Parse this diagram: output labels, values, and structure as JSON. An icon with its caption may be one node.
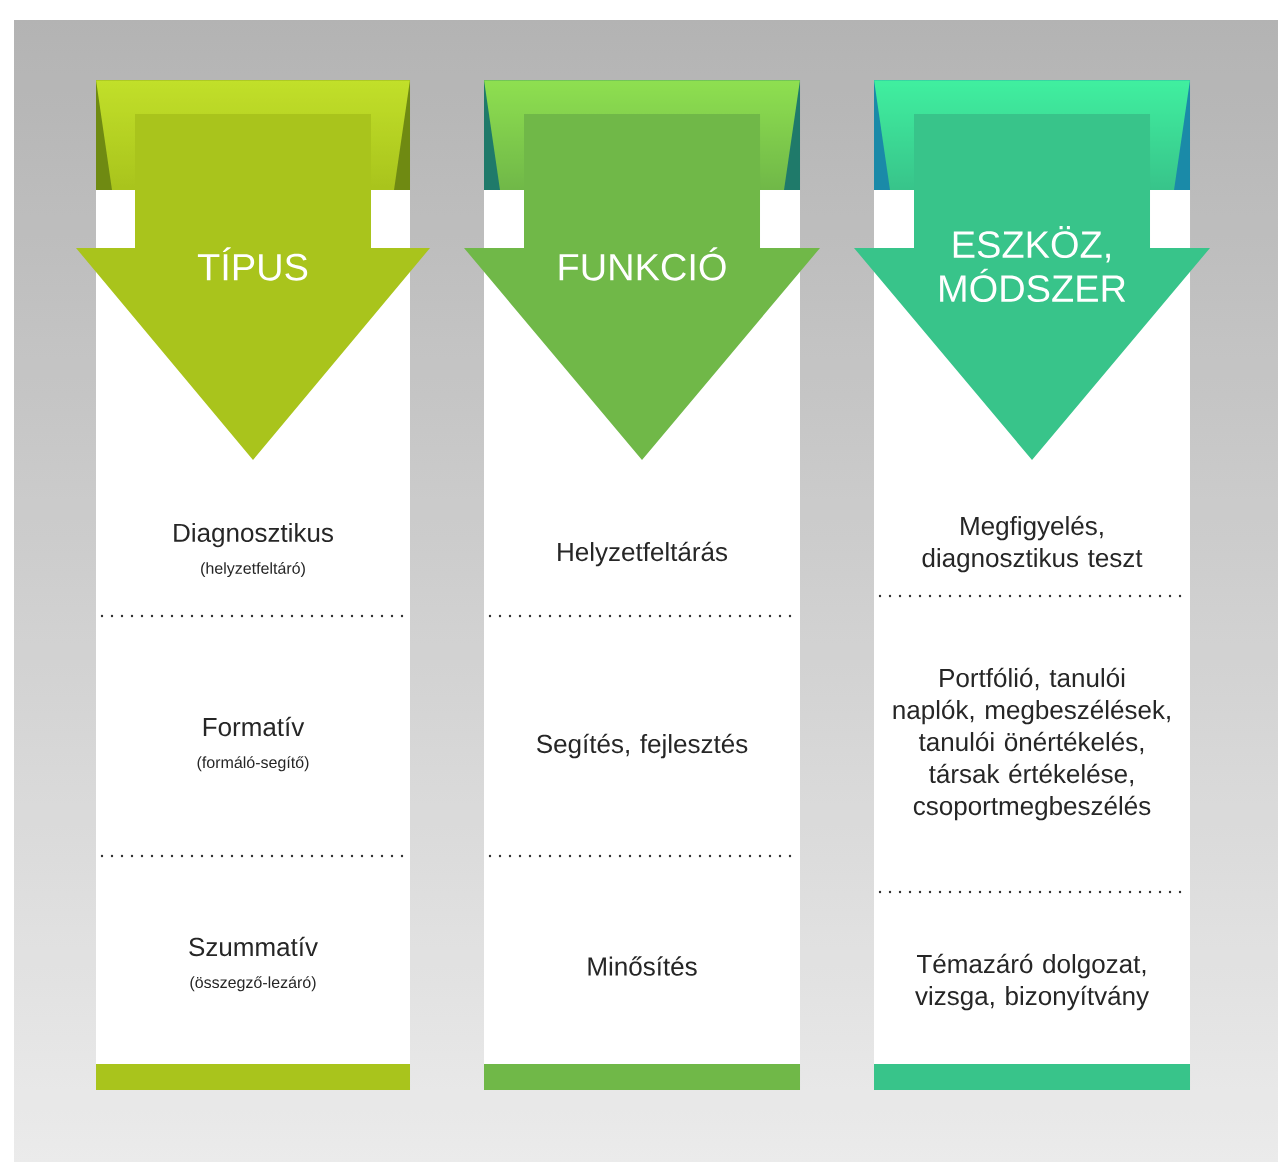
{
  "diagram": {
    "nodes": [
      {
        "text": [
          "TÍPUS"
        ]
      },
      {
        "text": [
          "FUNKCIÓ"
        ]
      },
      {
        "text": [
          "ESZKÖZ, MÓDSZER"
        ]
      },
      {
        "text": [
          "Diagnosztikus",
          "(helyzetfeltáró)"
        ]
      },
      {
        "text": [
          "Helyzetfeltárás"
        ]
      },
      {
        "text": [
          "Megfigyelés, diagnosztikus teszt"
        ]
      },
      {
        "text": [
          "Formatív",
          "(formáló-segítő)"
        ]
      },
      {
        "text": [
          "Segítés, fejlesztés"
        ]
      },
      {
        "text": [
          "Portfólió, tanulói naplók, megbeszélések, tanulói önértékelés, társak értékelése, csoportmegbeszélés"
        ]
      },
      {
        "text": [
          "Szummatív",
          "(összegző-lezáró)"
        ]
      },
      {
        "text": [
          "Minősítés"
        ]
      },
      {
        "text": [
          "Témazáró dolgozat, vizsga, bizonyítvány"
        ]
      }
    ]
  }
}
